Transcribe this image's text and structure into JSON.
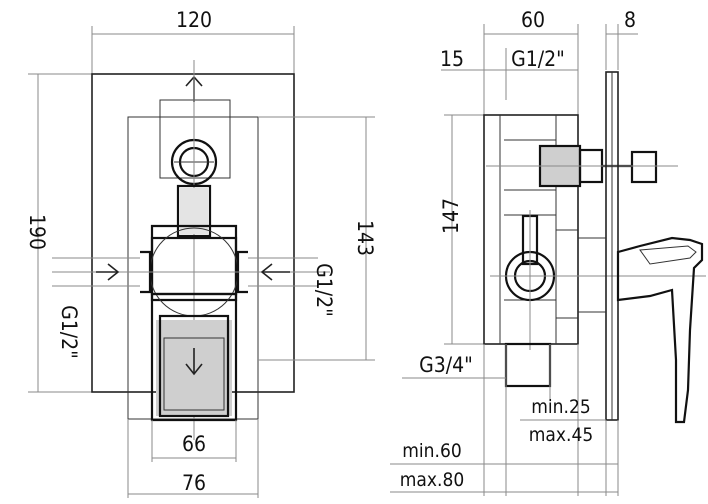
{
  "front_view": {
    "width_dim": "120",
    "height_dim": "190",
    "box_height_dim": "143",
    "inner_width_dim": "66",
    "outer_width_dim": "76",
    "thread_right": "G1/2\"",
    "thread_left": "G1/2\""
  },
  "side_view": {
    "depth_dim": "60",
    "plate_dim": "8",
    "offset_dim": "15",
    "thread_top": "G1/2\"",
    "height_dim": "147",
    "thread_bottom": "G3/4\"",
    "min_25": "min.25",
    "max_45": "max.45",
    "min_60": "min.60",
    "max_80": "max.80"
  }
}
